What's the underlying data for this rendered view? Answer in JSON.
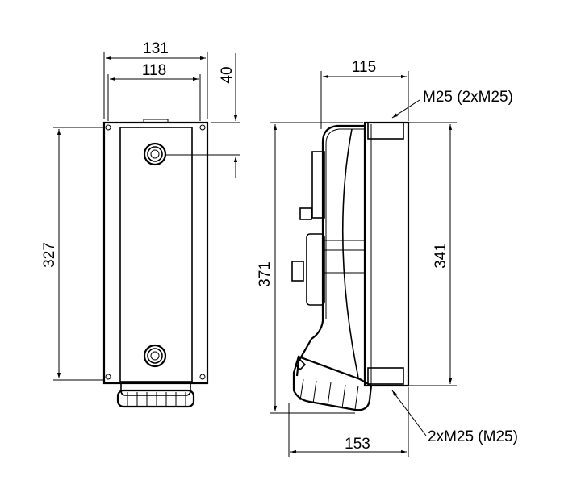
{
  "colors": {
    "line": "#000000",
    "background": "#ffffff"
  },
  "front_view": {
    "width_overall": "131",
    "width_inner": "118",
    "offset_top": "40",
    "height": "327"
  },
  "side_view": {
    "depth_top": "115",
    "depth_bottom": "153",
    "height_overall": "371",
    "height_body": "341",
    "entry_top": "M25 (2xM25)",
    "entry_bottom": "2xM25 (M25)"
  }
}
